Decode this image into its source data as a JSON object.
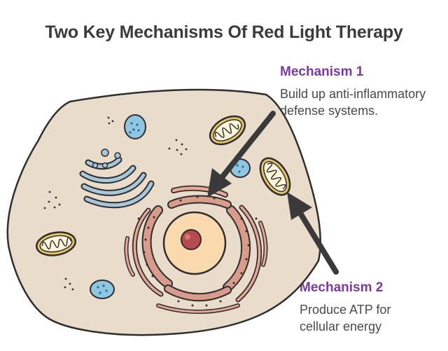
{
  "title": "Two Key Mechanisms Of Red Light Therapy",
  "mechanisms": [
    {
      "heading": "Mechanism 1",
      "description_line1": "Build up anti-inflammatory",
      "description_line2": "defense systems."
    },
    {
      "heading": "Mechanism 2",
      "description_line1": "Produce ATP for",
      "description_line2": "cellular energy"
    }
  ],
  "colors": {
    "cell_fill": "#e9dccb",
    "outline": "#2e2e2e",
    "er": "#d99b8a",
    "nucleus": "#fbd9ae",
    "nucleolus": "#b54a4f",
    "vesicle": "#8fc6e2",
    "mitochondria": "#e8c46a",
    "golgi": "#a8c7dc",
    "arrow": "#3a3a3a",
    "heading": "#7b3aa0"
  }
}
